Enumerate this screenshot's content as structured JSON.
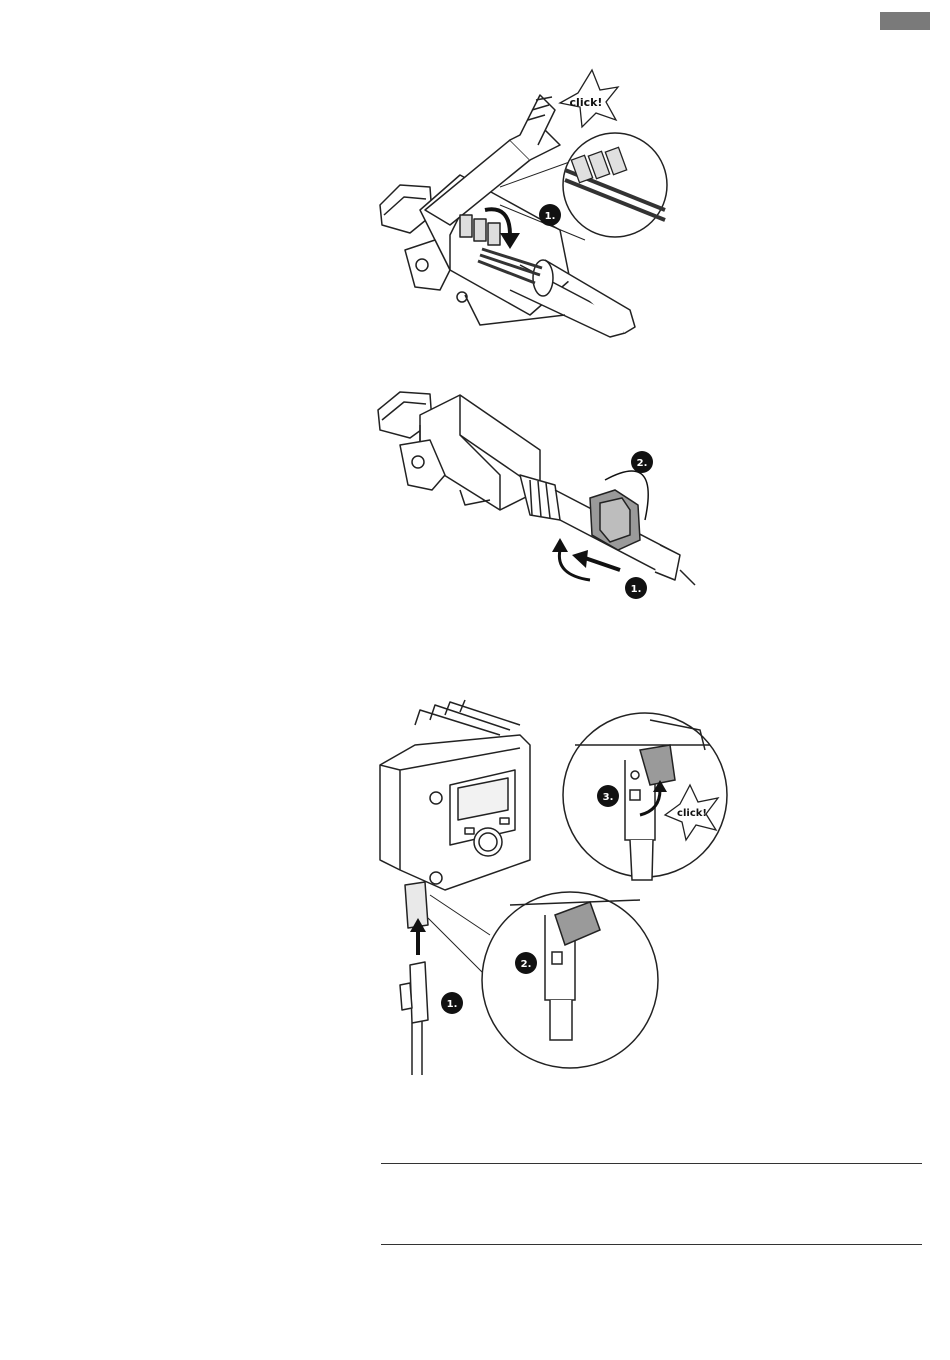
{
  "page": {
    "language_tab_color": "#7a7a7a"
  },
  "figure1": {
    "click_label": "click!",
    "step_1": "1."
  },
  "figure2": {
    "step_1": "1.",
    "step_2": "2."
  },
  "figure3": {
    "click_label": "click!",
    "step_1": "1.",
    "step_2": "2.",
    "step_3": "3."
  }
}
